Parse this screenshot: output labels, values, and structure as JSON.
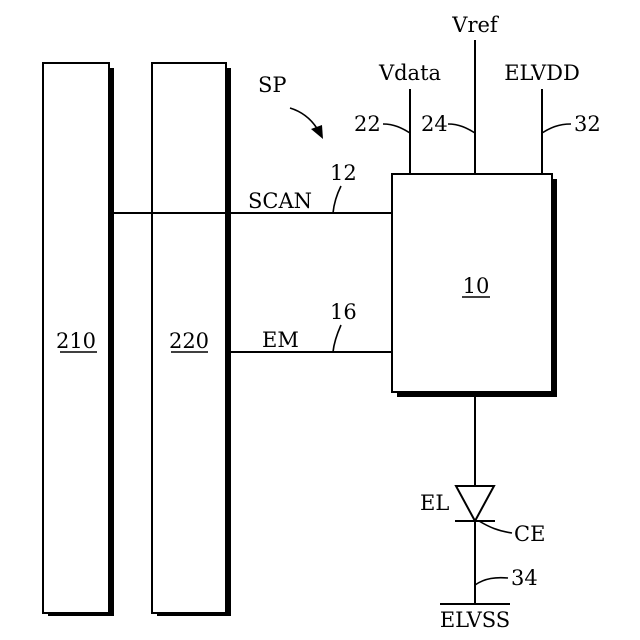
{
  "labels": {
    "sp": "SP",
    "vdata": "Vdata",
    "vref": "Vref",
    "elvdd": "ELVDD",
    "ref_22": "22",
    "ref_24": "24",
    "ref_32": "32",
    "scan": "SCAN",
    "ref_12": "12",
    "em": "EM",
    "ref_16": "16",
    "block_10": "10",
    "block_210": "210",
    "block_220": "220",
    "el": "EL",
    "ce": "CE",
    "ref_34": "34",
    "elvss": "ELVSS"
  }
}
